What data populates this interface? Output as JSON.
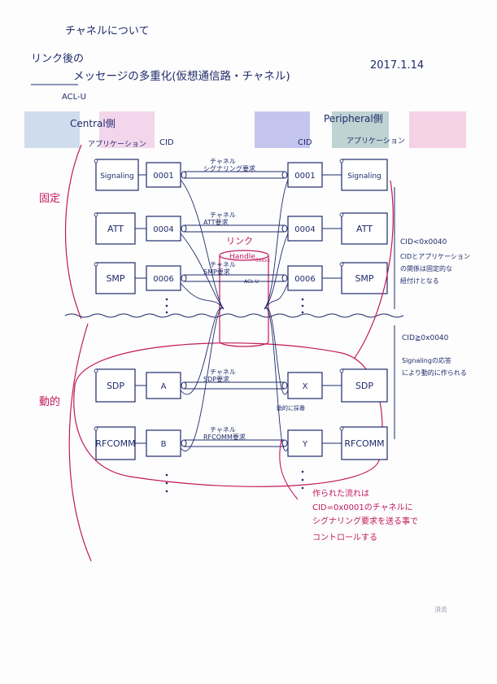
{
  "header": {
    "title": "チャネルについて",
    "subtitle": "リンク後の",
    "main_heading": "メッセージの多重化(仮想通信路・チャネル)",
    "acl_note": "ACL-U",
    "date": "2017.1.14"
  },
  "sides": {
    "central": "Central側",
    "central_app": "アプリケーション",
    "peripheral": "Peripheral側",
    "peripheral_app": "アプリケーション",
    "cid_left": "CID",
    "cid_right": "CID"
  },
  "swatch_colors": [
    "#cfdcee",
    "#f3d6ec",
    "#c4c5ef",
    "#bed3d2",
    "#f5d1e6"
  ],
  "pen_colors": {
    "blue": "#1f2a6b",
    "pink": "#c2185b"
  },
  "sections": {
    "fixed": "固定",
    "dynamic": "動的"
  },
  "left_boxes": [
    "Signaling",
    "ATT",
    "SMP",
    "SDP",
    "RFCOMM"
  ],
  "left_cids": [
    "0001",
    "0004",
    "0006",
    "A",
    "B"
  ],
  "right_cids": [
    "0001",
    "0004",
    "0006",
    "X",
    "Y"
  ],
  "right_boxes": [
    "Signaling",
    "ATT",
    "SDP",
    "RFCOMM"
  ],
  "smp_right_box": "SMP",
  "channels": {
    "label": "チャネル",
    "signaling": "シグナリング要求",
    "att": "ATT要求",
    "smp": "SMP要求",
    "sdp": "SDP要求",
    "rfcomm": "RFCOMM要求"
  },
  "link": {
    "label": "リンク",
    "handle": "Handle",
    "handle_value": "0xxxx",
    "smp_sub": "ACL-U"
  },
  "dynamic_assign": "動的に採番",
  "notes": {
    "fixed_range": "CID<0x0040",
    "fixed_desc_1": "CIDとアプリケーション",
    "fixed_desc_2": "の関係は固定的な",
    "fixed_desc_3": "紐付けとなる",
    "dynamic_range": "CID≧0x0040",
    "dynamic_desc_1": "Signalingの応答",
    "dynamic_desc_2": "により動的に作られる",
    "bottom_1": "作られた流れは",
    "bottom_2": "CID=0x0001のチャネルに",
    "bottom_3": "シグナリング要求を送る事で",
    "bottom_4": "コントロールする",
    "corner": "消去"
  }
}
